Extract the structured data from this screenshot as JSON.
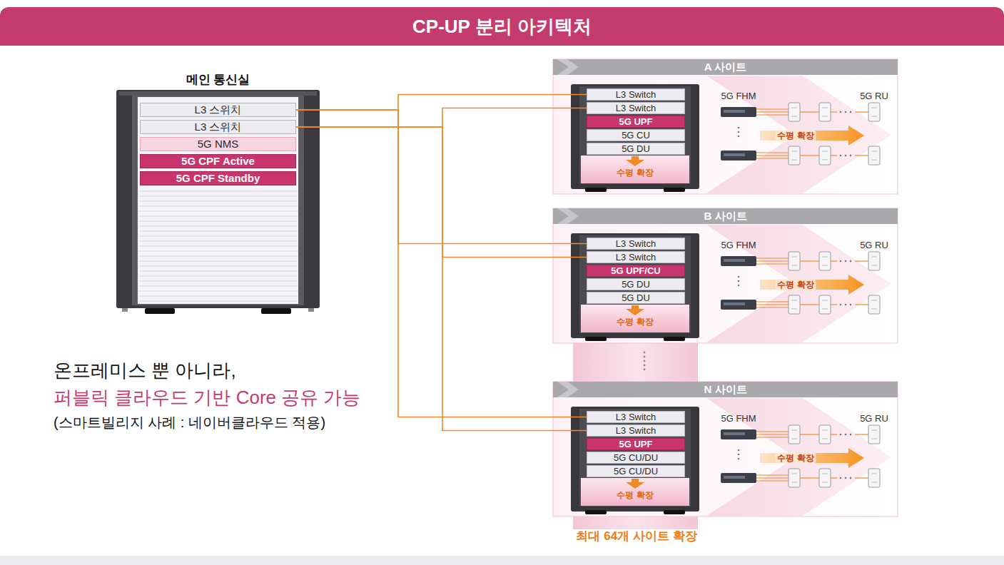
{
  "diagram": {
    "title": "CP-UP 분리 아키텍처",
    "nodes": [
      {
        "text": [
          "메인 통신실"
        ]
      },
      {
        "text": [
          "L3 스위치"
        ],
        "in": 0
      },
      {
        "text": [
          "L3 스위치"
        ],
        "in": 0
      },
      {
        "text": [
          "5G NMS"
        ],
        "in": 0
      },
      {
        "text": [
          "5G CPF Active"
        ],
        "in": 0
      },
      {
        "text": [
          "5G CPF Standby"
        ],
        "in": 0
      },
      {
        "text": [
          "A 사이트"
        ]
      },
      {
        "text": [
          "수평 확장"
        ],
        "in": 6
      },
      {
        "text": [
          "L3 Switch"
        ],
        "in": 7
      },
      {
        "text": [
          "L3 Switch"
        ],
        "in": 7
      },
      {
        "text": [
          "5G UPF"
        ],
        "in": 7
      },
      {
        "text": [
          "5G CU"
        ],
        "in": 7
      },
      {
        "text": [
          "5G DU"
        ],
        "in": 7
      },
      {
        "text": [
          "B 사이트"
        ]
      },
      {
        "text": [
          "수평 확장"
        ],
        "in": 13
      },
      {
        "text": [
          "L3 Switch"
        ],
        "in": 14
      },
      {
        "text": [
          "L3 Switch"
        ],
        "in": 14
      },
      {
        "text": [
          "5G UPF/CU"
        ],
        "in": 14
      },
      {
        "text": [
          "5G DU"
        ],
        "in": 14
      },
      {
        "text": [
          "5G DU"
        ],
        "in": 14
      },
      {
        "text": [
          "N 사이트"
        ]
      },
      {
        "text": [
          "수평 확장"
        ],
        "in": 20
      },
      {
        "text": [
          "L3 Switch"
        ],
        "in": 21
      },
      {
        "text": [
          "L3 Switch"
        ],
        "in": 21
      },
      {
        "text": [
          "5G UPF"
        ],
        "in": 21
      },
      {
        "text": [
          "5G CU/DU"
        ],
        "in": 21
      },
      {
        "text": [
          "5G CU/DU"
        ],
        "in": 21
      }
    ],
    "edges": [
      {
        "from": 1,
        "to": 8,
        "arrow": "none"
      },
      {
        "from": 1,
        "to": 15,
        "arrow": "none"
      },
      {
        "from": 1,
        "to": 22,
        "arrow": "none"
      },
      {
        "from": 2,
        "to": 9,
        "arrow": "none"
      },
      {
        "from": 2,
        "to": 16,
        "arrow": "none"
      },
      {
        "from": 2,
        "to": 23,
        "arrow": "none"
      }
    ],
    "labels": [
      "5G FHM",
      "5G RU",
      "수평 확장",
      "5G FHM",
      "5G RU",
      "수평 확장",
      "5G FHM",
      "5G RU",
      "수평 확장",
      "최대 64개 사이트 확장",
      "온프레미스 뿐 아니라,",
      "퍼블릭 클라우드 기반 Core 공유 가능",
      "(스마트빌리지 사례 : 네이버클라우드 적용)"
    ]
  }
}
